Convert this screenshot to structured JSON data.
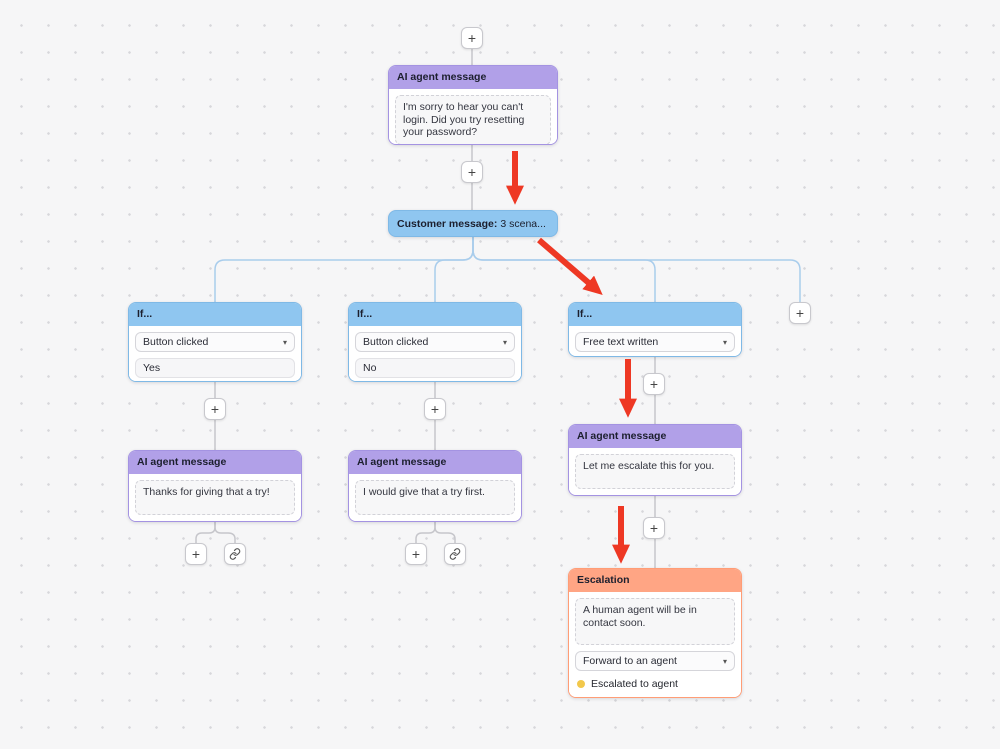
{
  "icons": {
    "plus": "+",
    "caret": "▾"
  },
  "colors": {
    "canvas_bg": "#f6f6f7",
    "purple_header": "#b1a0e8",
    "blue_header": "#8fc6f0",
    "orange_header": "#ffa584",
    "red_arrow": "#ee3824",
    "status_dot": "#f2c84b",
    "branch_line": "#a9cdec",
    "step_line": "#c6c6cb"
  },
  "nodes": {
    "ai_top": {
      "title": "AI agent message",
      "message": "I'm sorry to hear you can't login. Did you try resetting your password?"
    },
    "customer": {
      "label": "Customer message:",
      "summary": "3 scena..."
    },
    "if1": {
      "title": "If...",
      "condition": "Button clicked",
      "value": "Yes"
    },
    "if2": {
      "title": "If...",
      "condition": "Button clicked",
      "value": "No"
    },
    "if3": {
      "title": "If...",
      "condition": "Free text written"
    },
    "ai_left": {
      "title": "AI agent message",
      "message": "Thanks for giving that a try!"
    },
    "ai_mid": {
      "title": "AI agent message",
      "message": "I would give that a try first."
    },
    "ai_right": {
      "title": "AI agent message",
      "message": "Let me escalate this for you."
    },
    "escalation": {
      "title": "Escalation",
      "message": "A human agent will be in contact soon.",
      "action": "Forward to an agent",
      "status": "Escalated to agent"
    }
  }
}
